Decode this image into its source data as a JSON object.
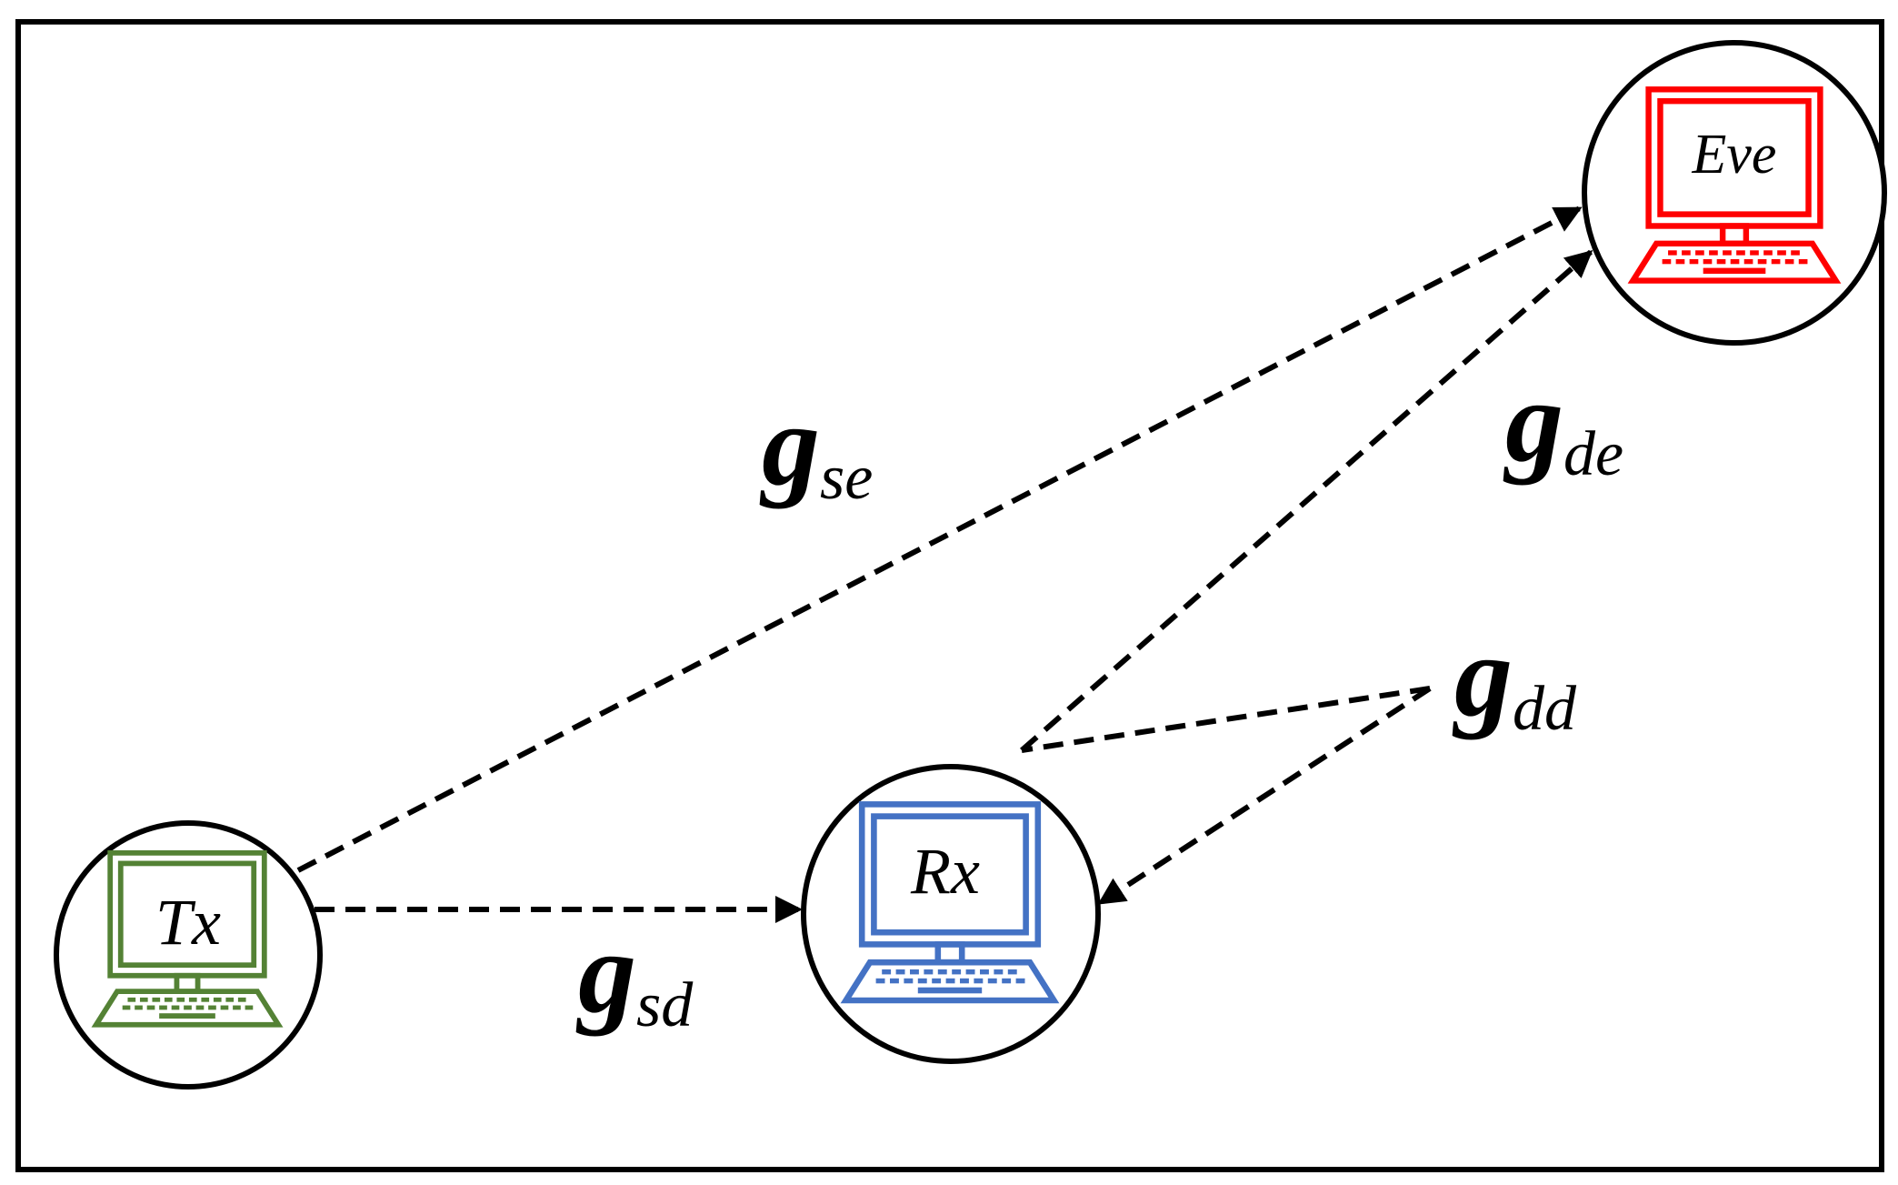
{
  "colors": {
    "tx": "#548235",
    "rx": "#4472c4",
    "eve": "#ff0000",
    "line": "#000000"
  },
  "nodes": {
    "tx": {
      "label": "Tx",
      "icon": "computer-icon"
    },
    "rx": {
      "label": "Rx",
      "icon": "computer-icon"
    },
    "eve": {
      "label": "Eve",
      "icon": "computer-icon"
    }
  },
  "edges": {
    "se": {
      "main": "g",
      "sub": "se"
    },
    "de": {
      "main": "g",
      "sub": "de"
    },
    "dd": {
      "main": "g",
      "sub": "dd"
    },
    "sd": {
      "main": "g",
      "sub": "sd"
    }
  }
}
